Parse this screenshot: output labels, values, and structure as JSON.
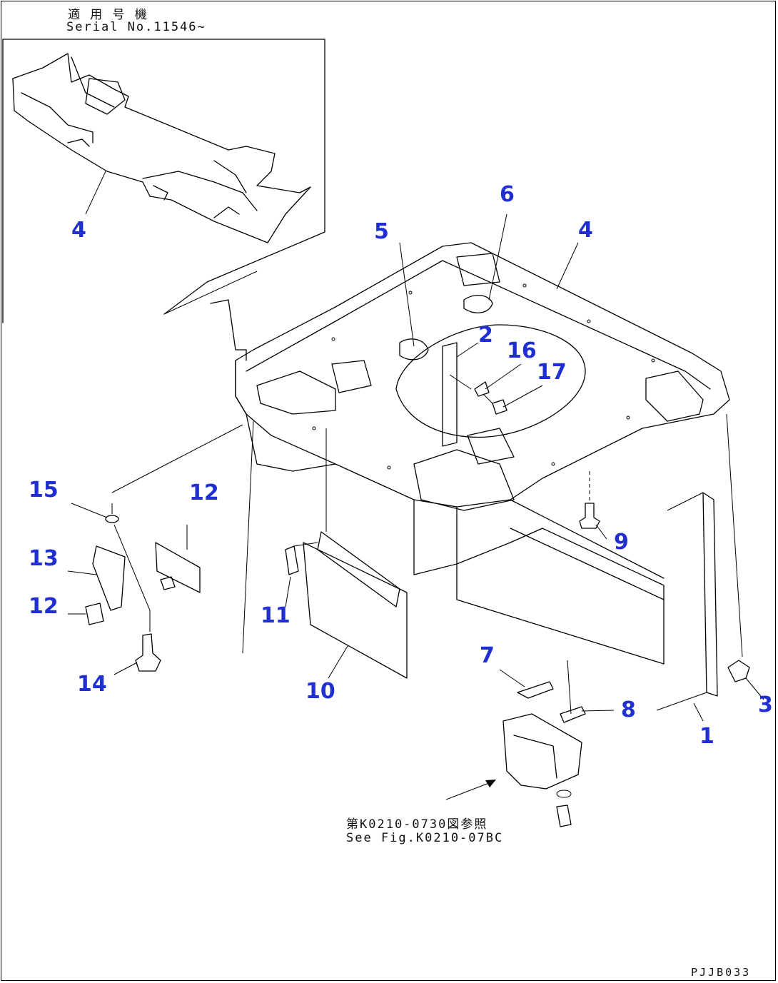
{
  "serial_header": {
    "line1": "適 用 号 機",
    "line2": "Serial No.11546~"
  },
  "reference_note": {
    "line1": "第K0210-0730図参照",
    "line2": "See Fig.K0210-07BC"
  },
  "drawing_code": "PJJB033",
  "callouts": [
    {
      "id": "inset-4",
      "label": "4"
    },
    {
      "id": "c-6",
      "label": "6"
    },
    {
      "id": "c-5",
      "label": "5"
    },
    {
      "id": "c-4",
      "label": "4"
    },
    {
      "id": "c-2",
      "label": "2"
    },
    {
      "id": "c-16",
      "label": "16"
    },
    {
      "id": "c-17",
      "label": "17"
    },
    {
      "id": "c-15",
      "label": "15"
    },
    {
      "id": "c-12a",
      "label": "12"
    },
    {
      "id": "c-13",
      "label": "13"
    },
    {
      "id": "c-12b",
      "label": "12"
    },
    {
      "id": "c-14",
      "label": "14"
    },
    {
      "id": "c-11",
      "label": "11"
    },
    {
      "id": "c-10",
      "label": "10"
    },
    {
      "id": "c-9",
      "label": "9"
    },
    {
      "id": "c-7",
      "label": "7"
    },
    {
      "id": "c-8",
      "label": "8"
    },
    {
      "id": "c-1",
      "label": "1"
    },
    {
      "id": "c-3",
      "label": "3"
    }
  ],
  "colors": {
    "callout": "#1f2fd0",
    "line": "#000000",
    "background": "#ffffff"
  }
}
